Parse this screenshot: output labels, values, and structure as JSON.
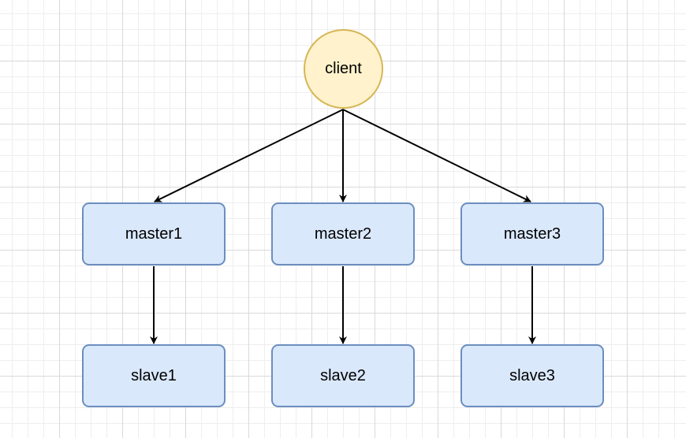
{
  "diagram": {
    "nodes": {
      "client": "client",
      "master1": "master1",
      "master2": "master2",
      "master3": "master3",
      "slave1": "slave1",
      "slave2": "slave2",
      "slave3": "slave3"
    },
    "edges": [
      {
        "from": "client",
        "to": "master1"
      },
      {
        "from": "client",
        "to": "master2"
      },
      {
        "from": "client",
        "to": "master3"
      },
      {
        "from": "master1",
        "to": "slave1"
      },
      {
        "from": "master2",
        "to": "slave2"
      },
      {
        "from": "master3",
        "to": "slave3"
      }
    ],
    "colors": {
      "circle_fill": "#fff2cc",
      "circle_stroke": "#d6b656",
      "box_fill": "#dae8fc",
      "box_stroke": "#6c8ebf",
      "edge": "#000000",
      "grid": "#d9d9d9"
    }
  }
}
